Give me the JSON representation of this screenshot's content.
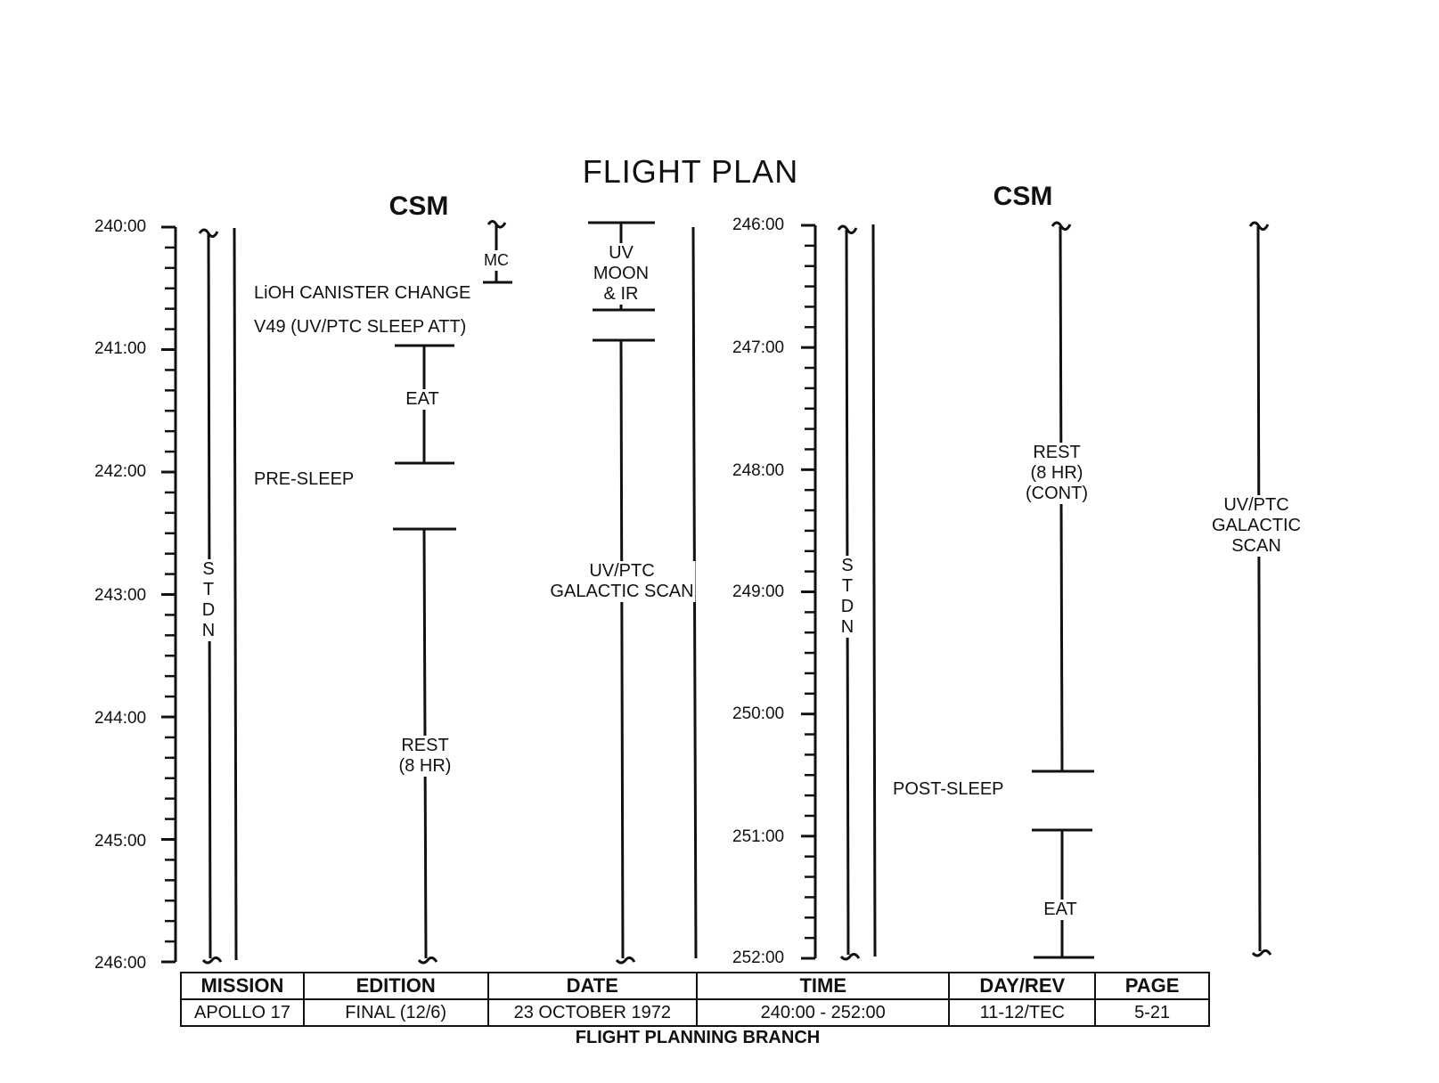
{
  "title": "FLIGHT PLAN",
  "left_panel": {
    "header": "CSM",
    "time_labels": [
      "240:00",
      "241:00",
      "242:00",
      "243:00",
      "244:00",
      "245:00",
      "246:00"
    ],
    "stdn": [
      "S",
      "T",
      "D",
      "N"
    ],
    "events": {
      "lioh": "LiOH CANISTER CHANGE",
      "v49": "V49 (UV/PTC SLEEP ATT)",
      "presleep": "PRE-SLEEP",
      "mc": "MC",
      "eat": "EAT",
      "rest": [
        "REST",
        "(8 HR)"
      ],
      "uv_moon": [
        "UV",
        "MOON",
        "& IR"
      ],
      "galactic": [
        "UV/PTC",
        "GALACTIC SCAN"
      ]
    }
  },
  "right_panel": {
    "header": "CSM",
    "time_labels": [
      "246:00",
      "247:00",
      "248:00",
      "249:00",
      "250:00",
      "251:00",
      "252:00"
    ],
    "stdn": [
      "S",
      "T",
      "D",
      "N"
    ],
    "events": {
      "rest": [
        "REST",
        "(8 HR)",
        "(CONT)"
      ],
      "postsleep": "POST-SLEEP",
      "eat": "EAT",
      "galactic": [
        "UV/PTC",
        "GALACTIC",
        "SCAN"
      ]
    }
  },
  "footer": {
    "headers": [
      "MISSION",
      "EDITION",
      "DATE",
      "TIME",
      "DAY/REV",
      "PAGE"
    ],
    "values": [
      "APOLLO 17",
      "FINAL (12/6)",
      "23 OCTOBER 1972",
      "240:00 - 252:00",
      "11-12/TEC",
      "5-21"
    ],
    "branch": "FLIGHT PLANNING BRANCH"
  }
}
